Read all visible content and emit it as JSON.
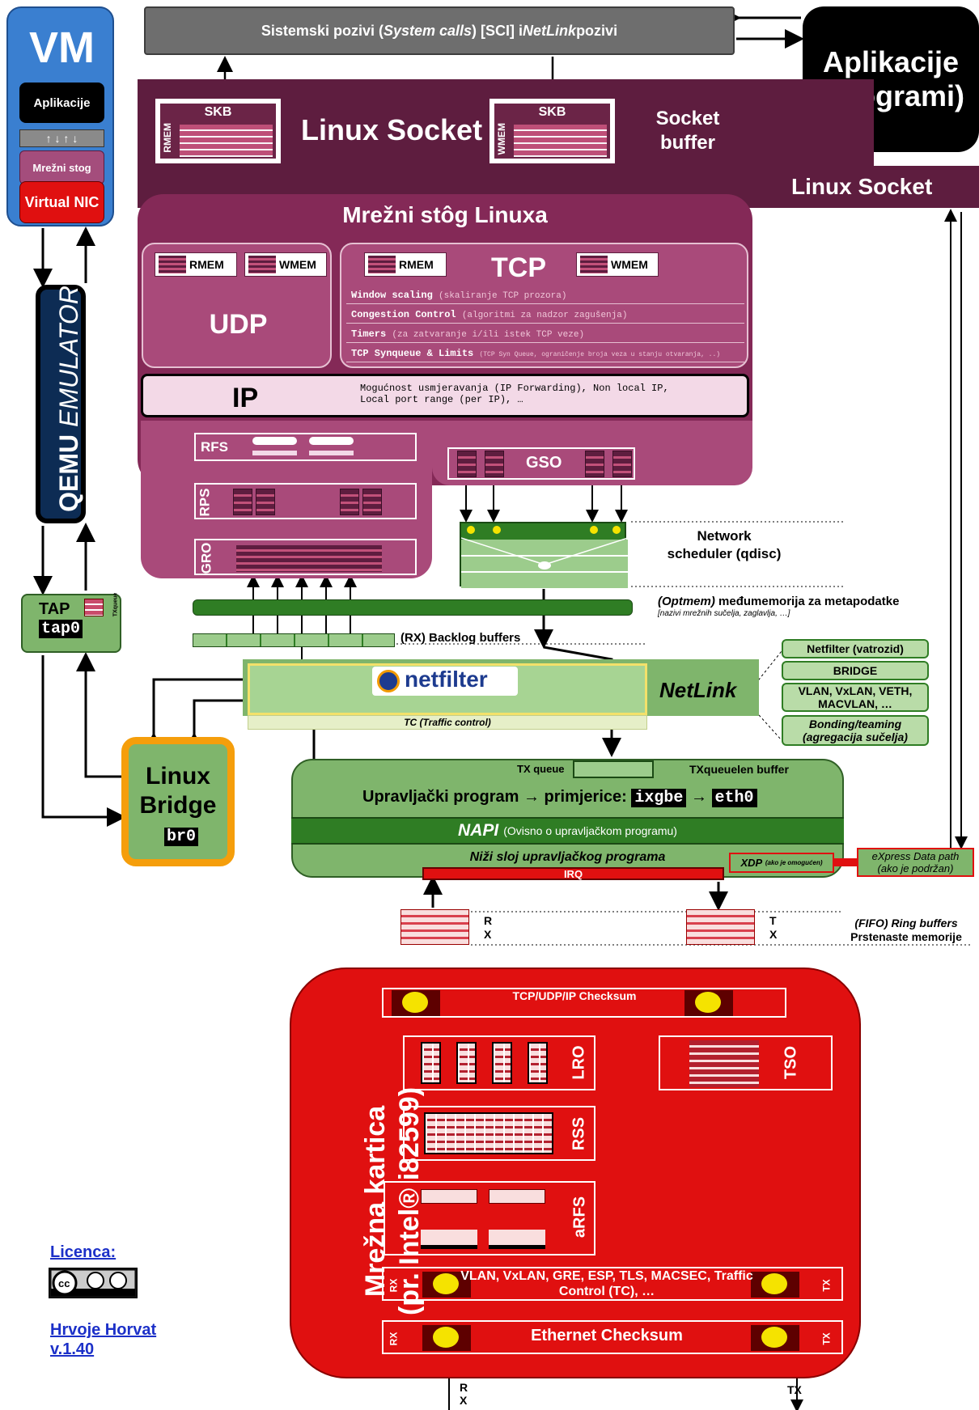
{
  "vm": {
    "title": "VM",
    "apps": "Aplikacije",
    "arrows": "↑ ↓ ↑ ↓",
    "stack": "Mrežni stog",
    "nic": "Virtual NIC"
  },
  "qemu": {
    "strong": "QEMU",
    "rest": "EMULATOR"
  },
  "tap": {
    "title": "TAP",
    "device": "tap0",
    "queue": "TXqueue"
  },
  "bridge": {
    "title": "Linux Bridge",
    "device": "br0"
  },
  "license": {
    "label": "Licenca",
    "cc": "cc by sa",
    "author": "Hrvoje Horvat",
    "version": "v.1.40"
  },
  "syscalls": {
    "p1": "Sistemski pozivi (",
    "p2": "System calls",
    "p3": ") [SCI] i ",
    "p4": "NetLink",
    "p5": " pozivi"
  },
  "apps": {
    "title": "Aplikacije (Programi)"
  },
  "socket": {
    "title": "Linux Socket",
    "buffer": "Socket buffer",
    "band": "Linux Socket",
    "skb": "SKB",
    "rmem": "RMEM",
    "wmem": "WMEM"
  },
  "stack": {
    "title": "Mrežni stôg Linuxa",
    "udp": "UDP",
    "tcp": "TCP",
    "mem_r": "RMEM",
    "mem_w": "WMEM",
    "tcp_lines": [
      {
        "key": "Window scaling",
        "desc": "(skaliranje TCP prozora)"
      },
      {
        "key": "Congestion Control",
        "desc": "(algoritmi za nadzor zagušenja)"
      },
      {
        "key": "Timers",
        "desc": "(za zatvaranje i/ili istek TCP veze)"
      },
      {
        "key": "TCP Synqueue & Limits",
        "desc": "(TCP Syn Queue, ograničenje broja veza u stanju otvaranja, ..)"
      }
    ],
    "ip": "IP",
    "ip_desc1": "Mogućnost usmjeravanja (IP Forwarding), Non local IP,",
    "ip_desc2": "Local port range (per IP), …",
    "rfs": "RFS",
    "rps": "RPS",
    "gro": "GRO",
    "gso": "GSO"
  },
  "qdisc": {
    "label": "Network scheduler (qdisc)"
  },
  "optmem": {
    "label_it": "(Optmem)",
    "label_rest": " međumemorija za metapodatke",
    "sub": "[nazivi mrežnih sučelja, zaglavlja, …]"
  },
  "backlog": {
    "label": "(RX) Backlog buffers"
  },
  "netfilter": {
    "logo": "netfilter",
    "tc": "TC (Traffic control)",
    "netlink": "NetLink"
  },
  "side_list": [
    "Netfilter (vatrozid)",
    "BRIDGE",
    "VLAN, VxLAN, VETH, MACVLAN, …",
    "Bonding/teaming (agregacija sučelja)"
  ],
  "driver": {
    "txq": "TX queue",
    "txql": "TXqueuelen buffer",
    "title": "Upravljački program → primjerice:",
    "d1": "ixgbe",
    "arrow": "→",
    "d2": "eth0",
    "napi": "NAPI",
    "napi_sub": "(Ovisno o upravljačkom programu)",
    "low": "Niži sloj upravljačkog programa",
    "irq": "IRQ",
    "xdp": "XDP",
    "xdp_sub": "(ako je omogućen)",
    "xdp_path": "eXpress Data path",
    "xdp_path_sub": "(ako je podržan)"
  },
  "rings": {
    "rx_r": "R",
    "rx_x": "X",
    "tx_t": "T",
    "tx_x": "X",
    "desc1": "(FIFO) Ring buffers",
    "desc2": "Prstenaste memorije"
  },
  "nic": {
    "title": "Mrežna kartica",
    "subtitle": "(pr. Intel® i82599)",
    "checksum": "TCP/UDP/IP Checksum",
    "lro": "LRO",
    "tso": "TSO",
    "rss": "RSS",
    "arfs": "aRFS",
    "overlay": "VLAN, VxLAN, GRE, ESP, TLS, MACSEC, Traffic Control (TC), …",
    "eth": "Ethernet Checksum",
    "rx": "RX",
    "tx": "TX",
    "rx_bot_r": "R",
    "rx_bot_x": "X",
    "tx_bot": "TX"
  }
}
